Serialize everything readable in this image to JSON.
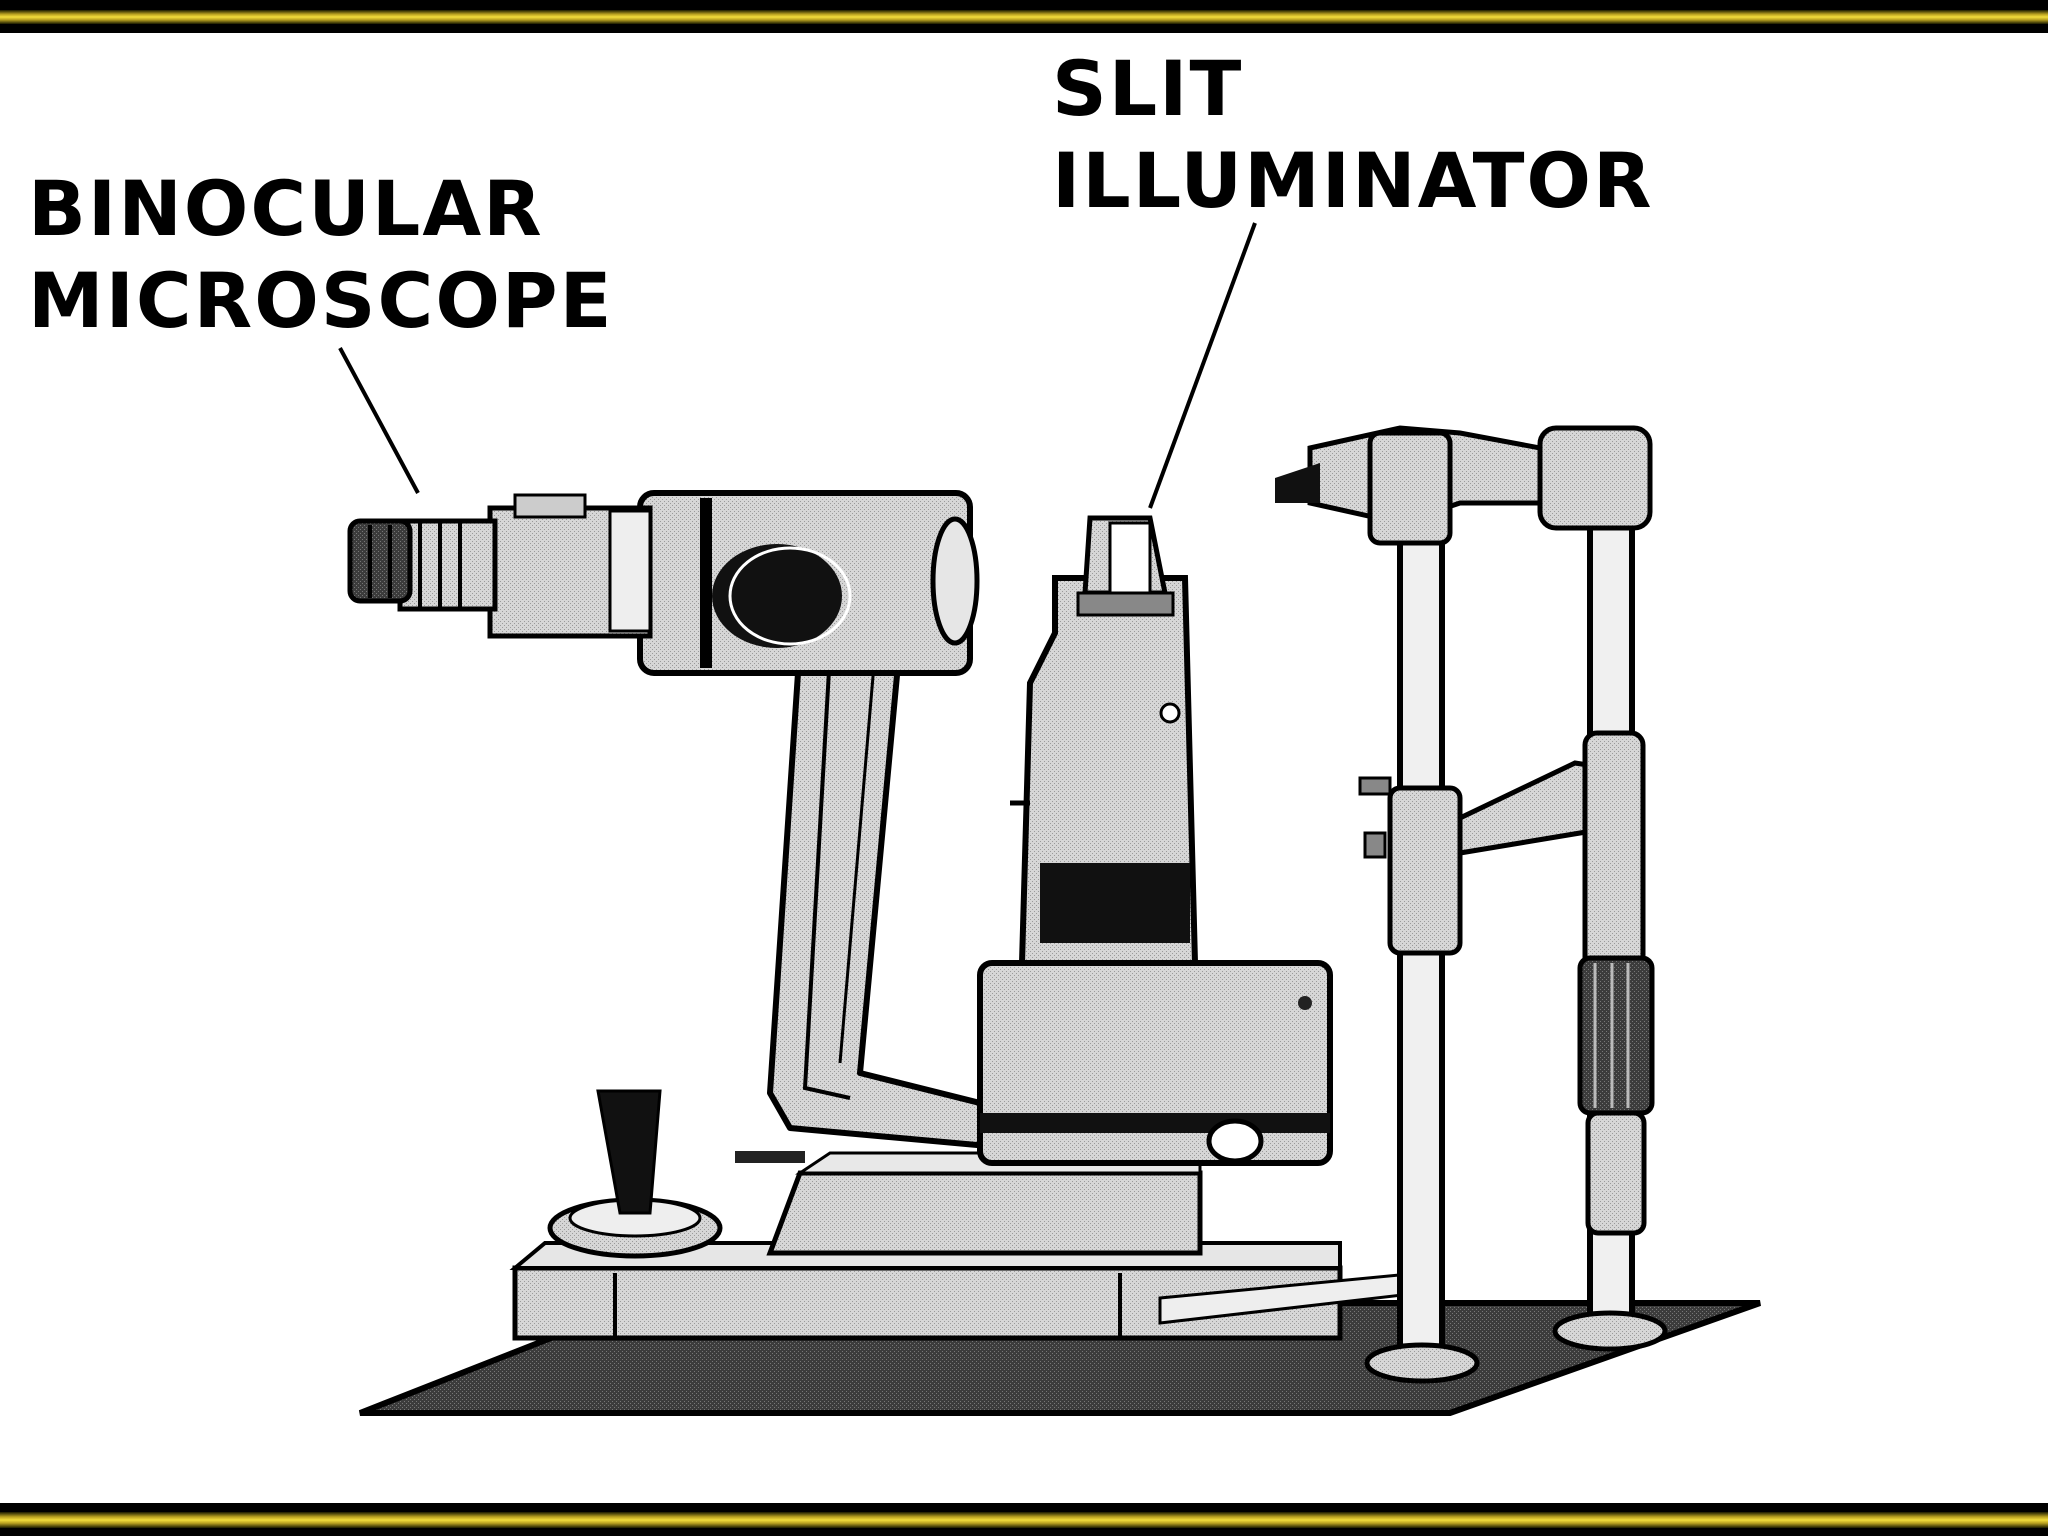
{
  "labels": {
    "binocular_line1": "BINOCULAR",
    "binocular_line2": "MICROSCOPE",
    "slit_line1": "SLIT",
    "slit_line2": "ILLUMINATOR"
  },
  "colors": {
    "frame": "#000000",
    "band": "#f2dd3c",
    "background": "#ffffff",
    "ink": "#000000",
    "light_gray": "#d9d9d9",
    "mid_gray": "#a8a8a8",
    "dark_gray": "#4a4a4a"
  }
}
